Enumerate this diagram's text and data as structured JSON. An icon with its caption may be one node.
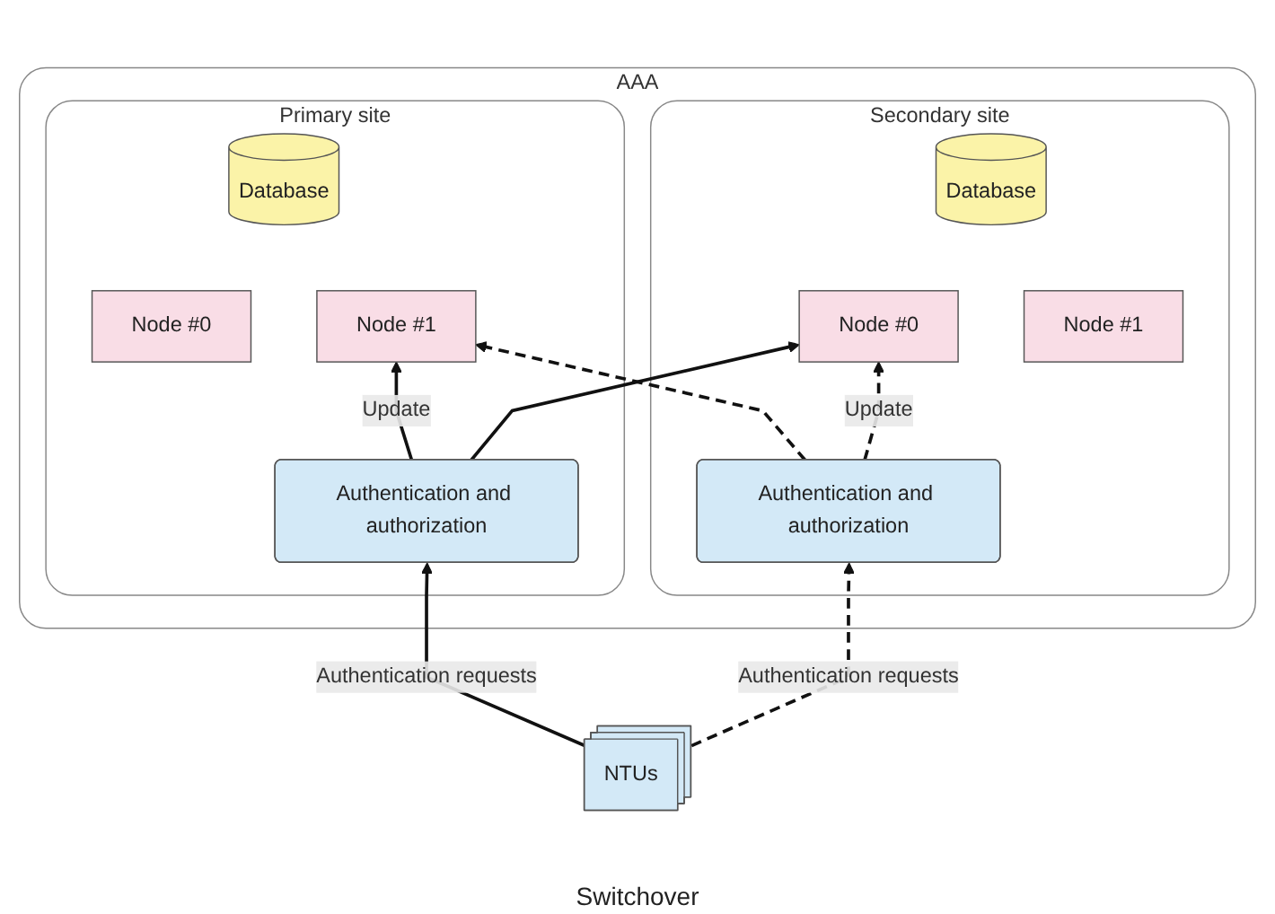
{
  "diagram": {
    "nodes": [
      {
        "text": [
          "AAA"
        ]
      },
      {
        "text": [
          "Primary site"
        ],
        "in": 0
      },
      {
        "text": [
          "Database"
        ],
        "in": 1
      },
      {
        "text": [
          "Node #0"
        ],
        "in": 1
      },
      {
        "text": [
          "Node #1"
        ],
        "in": 1
      },
      {
        "text": [
          "Authentication and authorization"
        ],
        "in": 1
      },
      {
        "text": [
          "Secondary site"
        ],
        "in": 0
      },
      {
        "text": [
          "Database"
        ],
        "in": 6
      },
      {
        "text": [
          "Node #0"
        ],
        "in": 6
      },
      {
        "text": [
          "Node #1"
        ],
        "in": 6
      },
      {
        "text": [
          "Authentication and authorization"
        ],
        "in": 6
      },
      {
        "text": [
          "NTUs"
        ]
      }
    ],
    "edges": [
      {
        "from": 5,
        "to": 4,
        "arrow": "to",
        "label": "Update"
      },
      {
        "from": 5,
        "to": 8,
        "arrow": "to"
      },
      {
        "from": 10,
        "to": 4,
        "arrow": "to",
        "style": "dashed"
      },
      {
        "from": 10,
        "to": 8,
        "arrow": "to",
        "label": "Update",
        "style": "dashed"
      },
      {
        "from": 11,
        "to": 5,
        "arrow": "to",
        "label": "Authentication requests"
      },
      {
        "from": 11,
        "to": 10,
        "arrow": "to",
        "label": "Authentication requests",
        "style": "dashed"
      }
    ],
    "labels": [
      "Switchover"
    ]
  }
}
